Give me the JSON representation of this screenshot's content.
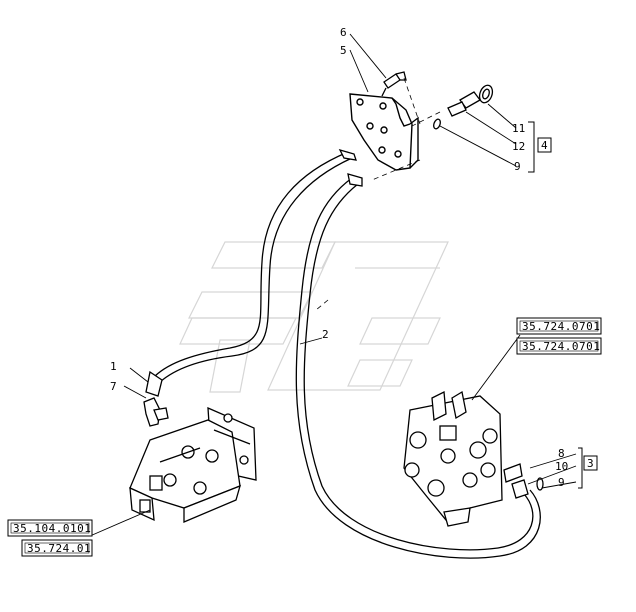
{
  "callouts": {
    "c1": "1",
    "c2": "2",
    "c5": "5",
    "c6": "6",
    "c7": "7",
    "c8": "8",
    "c9a": "9",
    "c9b": "9",
    "c10": "10",
    "c11": "11",
    "c12": "12"
  },
  "groups": {
    "g4": "4",
    "g3": "3"
  },
  "references": {
    "valve_ref_1": "35.724.0701",
    "valve_ref_2": "35.724.0701",
    "pump_ref_1": "35.104.0101",
    "pump_ref_2": "35.724.01"
  }
}
